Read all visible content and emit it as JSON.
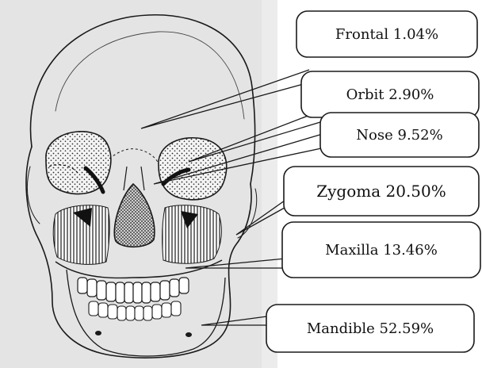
{
  "callouts": {
    "frontal": "Frontal  1.04%",
    "orbit": "Orbit  2.90%",
    "nose": "Nose 9.52%",
    "zygoma": "Zygoma 20.50%",
    "maxilla": "Maxilla 13.46%",
    "mandible": "Mandible 52.59%"
  },
  "colors": {
    "paper": "#e6e6e6",
    "line": "#1a1a1a",
    "callout_fill": "#ffffff"
  }
}
